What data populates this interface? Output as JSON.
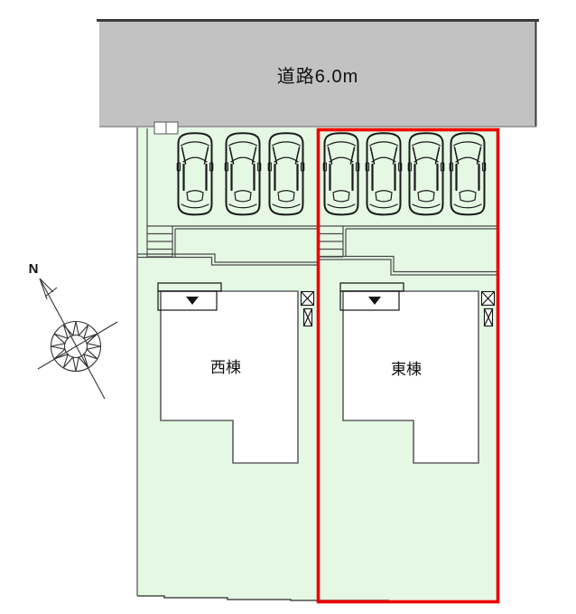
{
  "road": {
    "label": "道路6.0m"
  },
  "compass": {
    "north_label": "N"
  },
  "plots": {
    "west": {
      "building_label": "西棟",
      "parking_spaces": 3,
      "highlighted": false
    },
    "east": {
      "building_label": "東棟",
      "parking_spaces": 4,
      "highlighted": true
    }
  },
  "icons": {
    "car": "car-top-view-icon",
    "compass": "compass-rose-icon",
    "north_arrow": "north-arrow-icon",
    "entrance_marker": "entrance-triangle-icon",
    "utility_marker": "crossed-box-icon"
  },
  "colors": {
    "road_fill": "#c2c2c2",
    "road_border": "#3a3a3a",
    "plot_fill": "#e4f8e4",
    "highlight_red": "#ee0000",
    "line_dark": "#1a1a1a",
    "building_fill": "#ffffff"
  }
}
